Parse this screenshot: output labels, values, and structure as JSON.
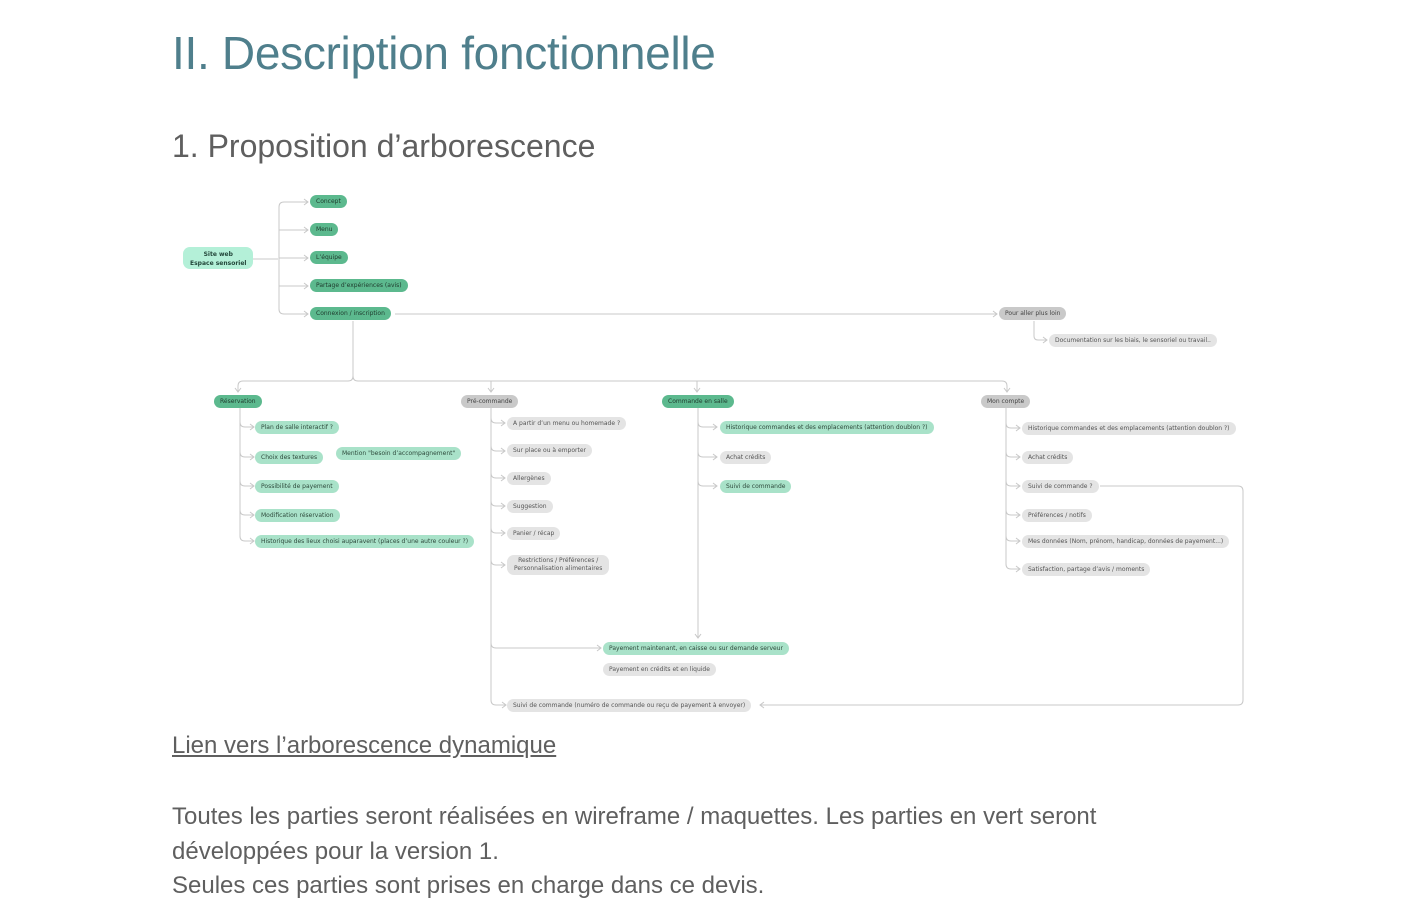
{
  "heading": "II. Description fonctionnelle",
  "subheading": "1. Proposition d’arborescence",
  "colors": {
    "heading": "#4f7f8c",
    "text": "#5f5f5f",
    "node_dark_green": "#5cb98e",
    "node_light_green": "#a9e2c9",
    "node_root": "#b4f0d8",
    "node_gray": "#e4e4e4",
    "node_gray_dark": "#c9c9c9",
    "connector": "#c8c8c8"
  },
  "diagram": {
    "root": {
      "line1": "Site web",
      "line2": "Espace sensoriel"
    },
    "top_level": [
      "Concept",
      "Menu",
      "L’équipe",
      "Partage d’expériences (avis)",
      "Connexion / inscription"
    ],
    "further": {
      "label": "Pour aller plus loin",
      "child": "Documentation sur les biais, le sensoriel ou travail.."
    },
    "branches": {
      "reservation": {
        "label": "Réservation",
        "items": [
          "Plan de salle interactif ?",
          "Choix des textures",
          "Possibilité de payement",
          "Modification réservation",
          "Historique des lieux choisi auparavent (places d’une autre couleur ?)"
        ],
        "extra": "Mention \"besoin d’accompagnement\""
      },
      "precommande": {
        "label": "Pré-commande",
        "items": [
          "A partir d’un menu ou homemade ?",
          "Sur place ou à emporter",
          "Allergènes",
          "Suggestion",
          "Panier / récap"
        ],
        "restrictions_line1": "Restrictions / Préférences /",
        "restrictions_line2": "Personnalisation alimentaires"
      },
      "commande_salle": {
        "label": "Commande en salle",
        "items": [
          "Historique commandes et des emplacements (attention doublon ?)",
          "Achat crédits",
          "Suivi de commande"
        ]
      },
      "mon_compte": {
        "label": "Mon compte",
        "items": [
          "Historique commandes et des emplacements (attention doublon ?)",
          "Achat crédits",
          "Suivi de commande ?",
          "Préférences / notifs",
          "Mes données (Nom, prénom, handicap, données de payement...)",
          "Satisfaction, partage d’avis / moments"
        ]
      }
    },
    "payment": [
      "Payement maintenant, en caisse ou sur demande serveur",
      "Payement en crédits et en liquide"
    ],
    "order_tracking": "Suivi de commande (numéro de commande ou reçu de payement à envoyer)"
  },
  "link_label": "Lien vers l’arborescence dynamique",
  "paragraph": {
    "line1": "Toutes les parties seront réalisées en wireframe / maquettes. Les parties en vert seront",
    "line2": "développées pour la version 1.",
    "line3": "Seules ces parties sont prises en charge dans ce devis."
  }
}
